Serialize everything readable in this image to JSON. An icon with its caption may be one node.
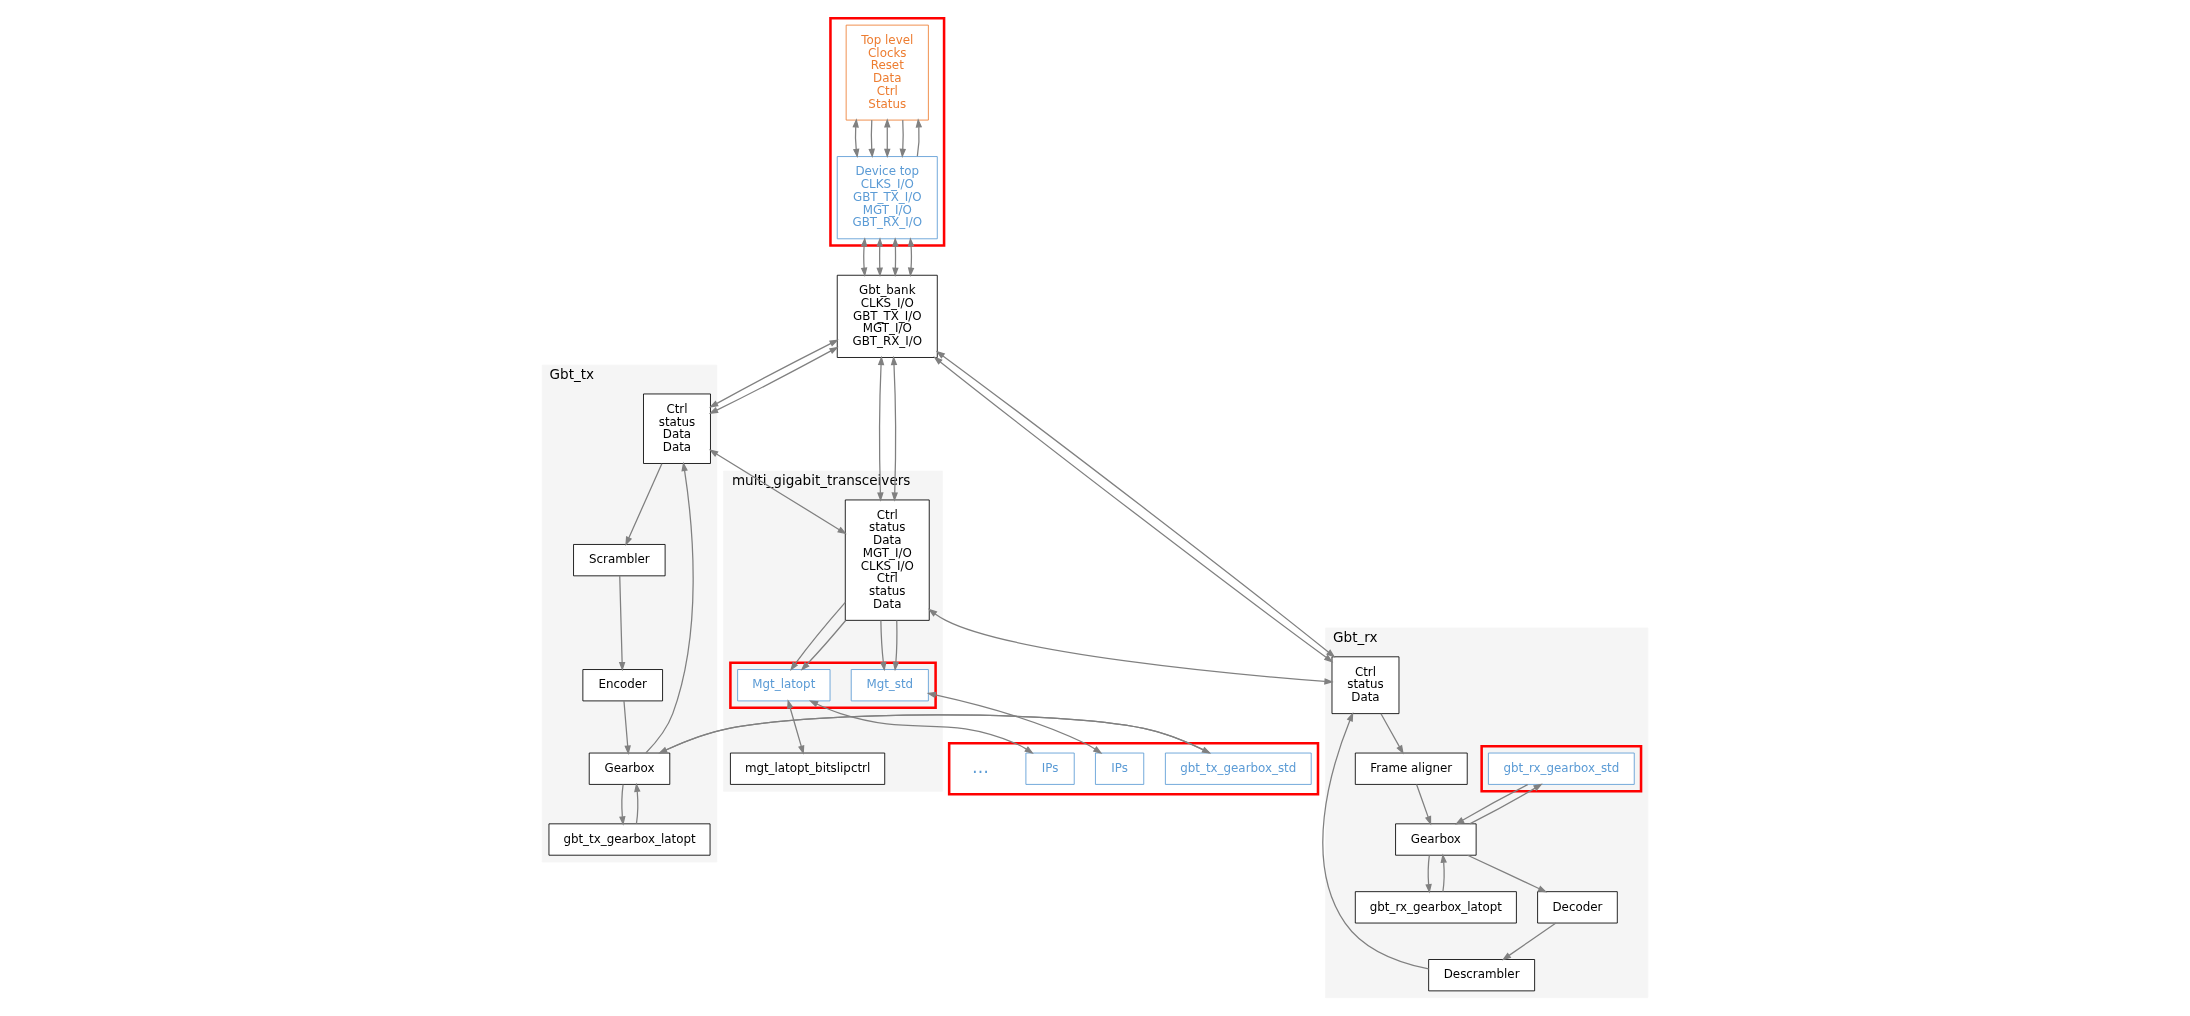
{
  "diagram": {
    "nodes": [
      {
        "text": [],
        "shape": "box"
      },
      {
        "text": [
          "Top level",
          "Clocks",
          "Reset",
          "Data",
          "Ctrl",
          "Status"
        ],
        "in": 0
      },
      {
        "text": [
          "Device top",
          "CLKS_I/O",
          "GBT_TX_I/O",
          "MGT_I/O",
          "GBT_RX_I/O"
        ],
        "in": 0
      },
      {
        "text": [
          "Gbt_bank",
          "CLKS_I/O",
          "GBT_TX_I/O",
          "MGT_I/O",
          "GBT_RX_I/O"
        ]
      },
      {
        "text": [
          "Gbt_tx"
        ]
      },
      {
        "text": [
          "Ctrl",
          "status",
          "Data",
          "Data"
        ],
        "in": 4
      },
      {
        "text": [
          "Scrambler"
        ],
        "in": 4
      },
      {
        "text": [
          "Encoder"
        ],
        "in": 4
      },
      {
        "text": [
          "Gearbox"
        ],
        "in": 4
      },
      {
        "text": [
          "gbt_tx_gearbox_latopt"
        ],
        "in": 4
      },
      {
        "text": [
          "multi_gigabit_transceivers"
        ]
      },
      {
        "text": [
          "Ctrl",
          "status",
          "Data",
          "MGT_I/O",
          "CLKS_I/O",
          "Ctrl",
          "status",
          "Data"
        ],
        "in": 10
      },
      {
        "text": [],
        "shape": "box",
        "in": 10
      },
      {
        "text": [
          "Mgt_std"
        ],
        "in": 12
      },
      {
        "text": [
          "Mgt_latopt"
        ],
        "in": 12
      },
      {
        "text": [
          "mgt_latopt_bitslipctrl"
        ],
        "in": 10
      },
      {
        "text": [],
        "shape": "box"
      },
      {
        "text": [
          "gbt_tx_gearbox_std"
        ],
        "in": 16
      },
      {
        "text": [
          "IPs"
        ],
        "in": 16
      },
      {
        "text": [
          "IPs"
        ],
        "in": 16
      },
      {
        "text": [
          "Gbt_rx"
        ]
      },
      {
        "text": [
          "Ctrl",
          "status",
          "Data"
        ],
        "in": 20
      },
      {
        "text": [
          "Frame aligner"
        ],
        "in": 20
      },
      {
        "text": [
          "Gearbox"
        ],
        "in": 20
      },
      {
        "text": [
          "Decoder"
        ],
        "in": 20
      },
      {
        "text": [
          "Descrambler"
        ],
        "in": 20
      },
      {
        "text": [
          "gbt_rx_gearbox_latopt"
        ],
        "in": 20
      },
      {
        "text": [],
        "shape": "box",
        "in": 20
      },
      {
        "text": [
          "gbt_rx_gearbox_std"
        ],
        "in": 27
      }
    ],
    "edges": [
      {
        "from": 1,
        "to": 2,
        "arrow": "both"
      },
      {
        "from": 1,
        "to": 2,
        "arrow": "to"
      },
      {
        "from": 1,
        "to": 2,
        "arrow": "both"
      },
      {
        "from": 1,
        "to": 2,
        "arrow": "to"
      },
      {
        "from": 2,
        "to": 1,
        "arrow": "to"
      },
      {
        "from": 2,
        "to": 3,
        "arrow": "both"
      },
      {
        "from": 2,
        "to": 3,
        "arrow": "both"
      },
      {
        "from": 2,
        "to": 3,
        "arrow": "both"
      },
      {
        "from": 2,
        "to": 3,
        "arrow": "both"
      },
      {
        "from": 3,
        "to": 5,
        "arrow": "both"
      },
      {
        "from": 3,
        "to": 11,
        "arrow": "both"
      },
      {
        "from": 3,
        "to": 21,
        "arrow": "both"
      },
      {
        "from": 3,
        "to": 5,
        "arrow": "both"
      },
      {
        "from": 3,
        "to": 11,
        "arrow": "both"
      },
      {
        "from": 3,
        "to": 21,
        "arrow": "both"
      },
      {
        "from": 5,
        "to": 11,
        "arrow": "both"
      },
      {
        "from": 11,
        "to": 21,
        "arrow": "both"
      },
      {
        "from": 5,
        "to": 6,
        "arrow": "to"
      },
      {
        "from": 6,
        "to": 7,
        "arrow": "to"
      },
      {
        "from": 7,
        "to": 8,
        "arrow": "to"
      },
      {
        "from": 8,
        "to": 9,
        "arrow": "to"
      },
      {
        "from": 8,
        "to": 17,
        "arrow": "to"
      },
      {
        "from": 9,
        "to": 8,
        "arrow": "to"
      },
      {
        "from": 17,
        "to": 8,
        "arrow": "to"
      },
      {
        "from": 8,
        "to": 5,
        "arrow": "to"
      },
      {
        "from": 11,
        "to": 13,
        "arrow": "to"
      },
      {
        "from": 11,
        "to": 14,
        "arrow": "to"
      },
      {
        "from": 11,
        "to": 13,
        "arrow": "to"
      },
      {
        "from": 11,
        "to": 14,
        "arrow": "to"
      },
      {
        "from": 13,
        "to": 18,
        "arrow": "both"
      },
      {
        "from": 14,
        "to": 19,
        "arrow": "both"
      },
      {
        "from": 14,
        "to": 15,
        "arrow": "both"
      },
      {
        "from": 21,
        "to": 22,
        "arrow": "to"
      },
      {
        "from": 22,
        "to": 23,
        "arrow": "to"
      },
      {
        "from": 23,
        "to": 26,
        "arrow": "to"
      },
      {
        "from": 23,
        "to": 28,
        "arrow": "to"
      },
      {
        "from": 26,
        "to": 23,
        "arrow": "to"
      },
      {
        "from": 28,
        "to": 23,
        "arrow": "to"
      },
      {
        "from": 23,
        "to": 24,
        "arrow": "to"
      },
      {
        "from": 24,
        "to": 25,
        "arrow": "to"
      },
      {
        "from": 25,
        "to": 21,
        "arrow": "to"
      }
    ],
    "labels": [
      "…"
    ]
  }
}
